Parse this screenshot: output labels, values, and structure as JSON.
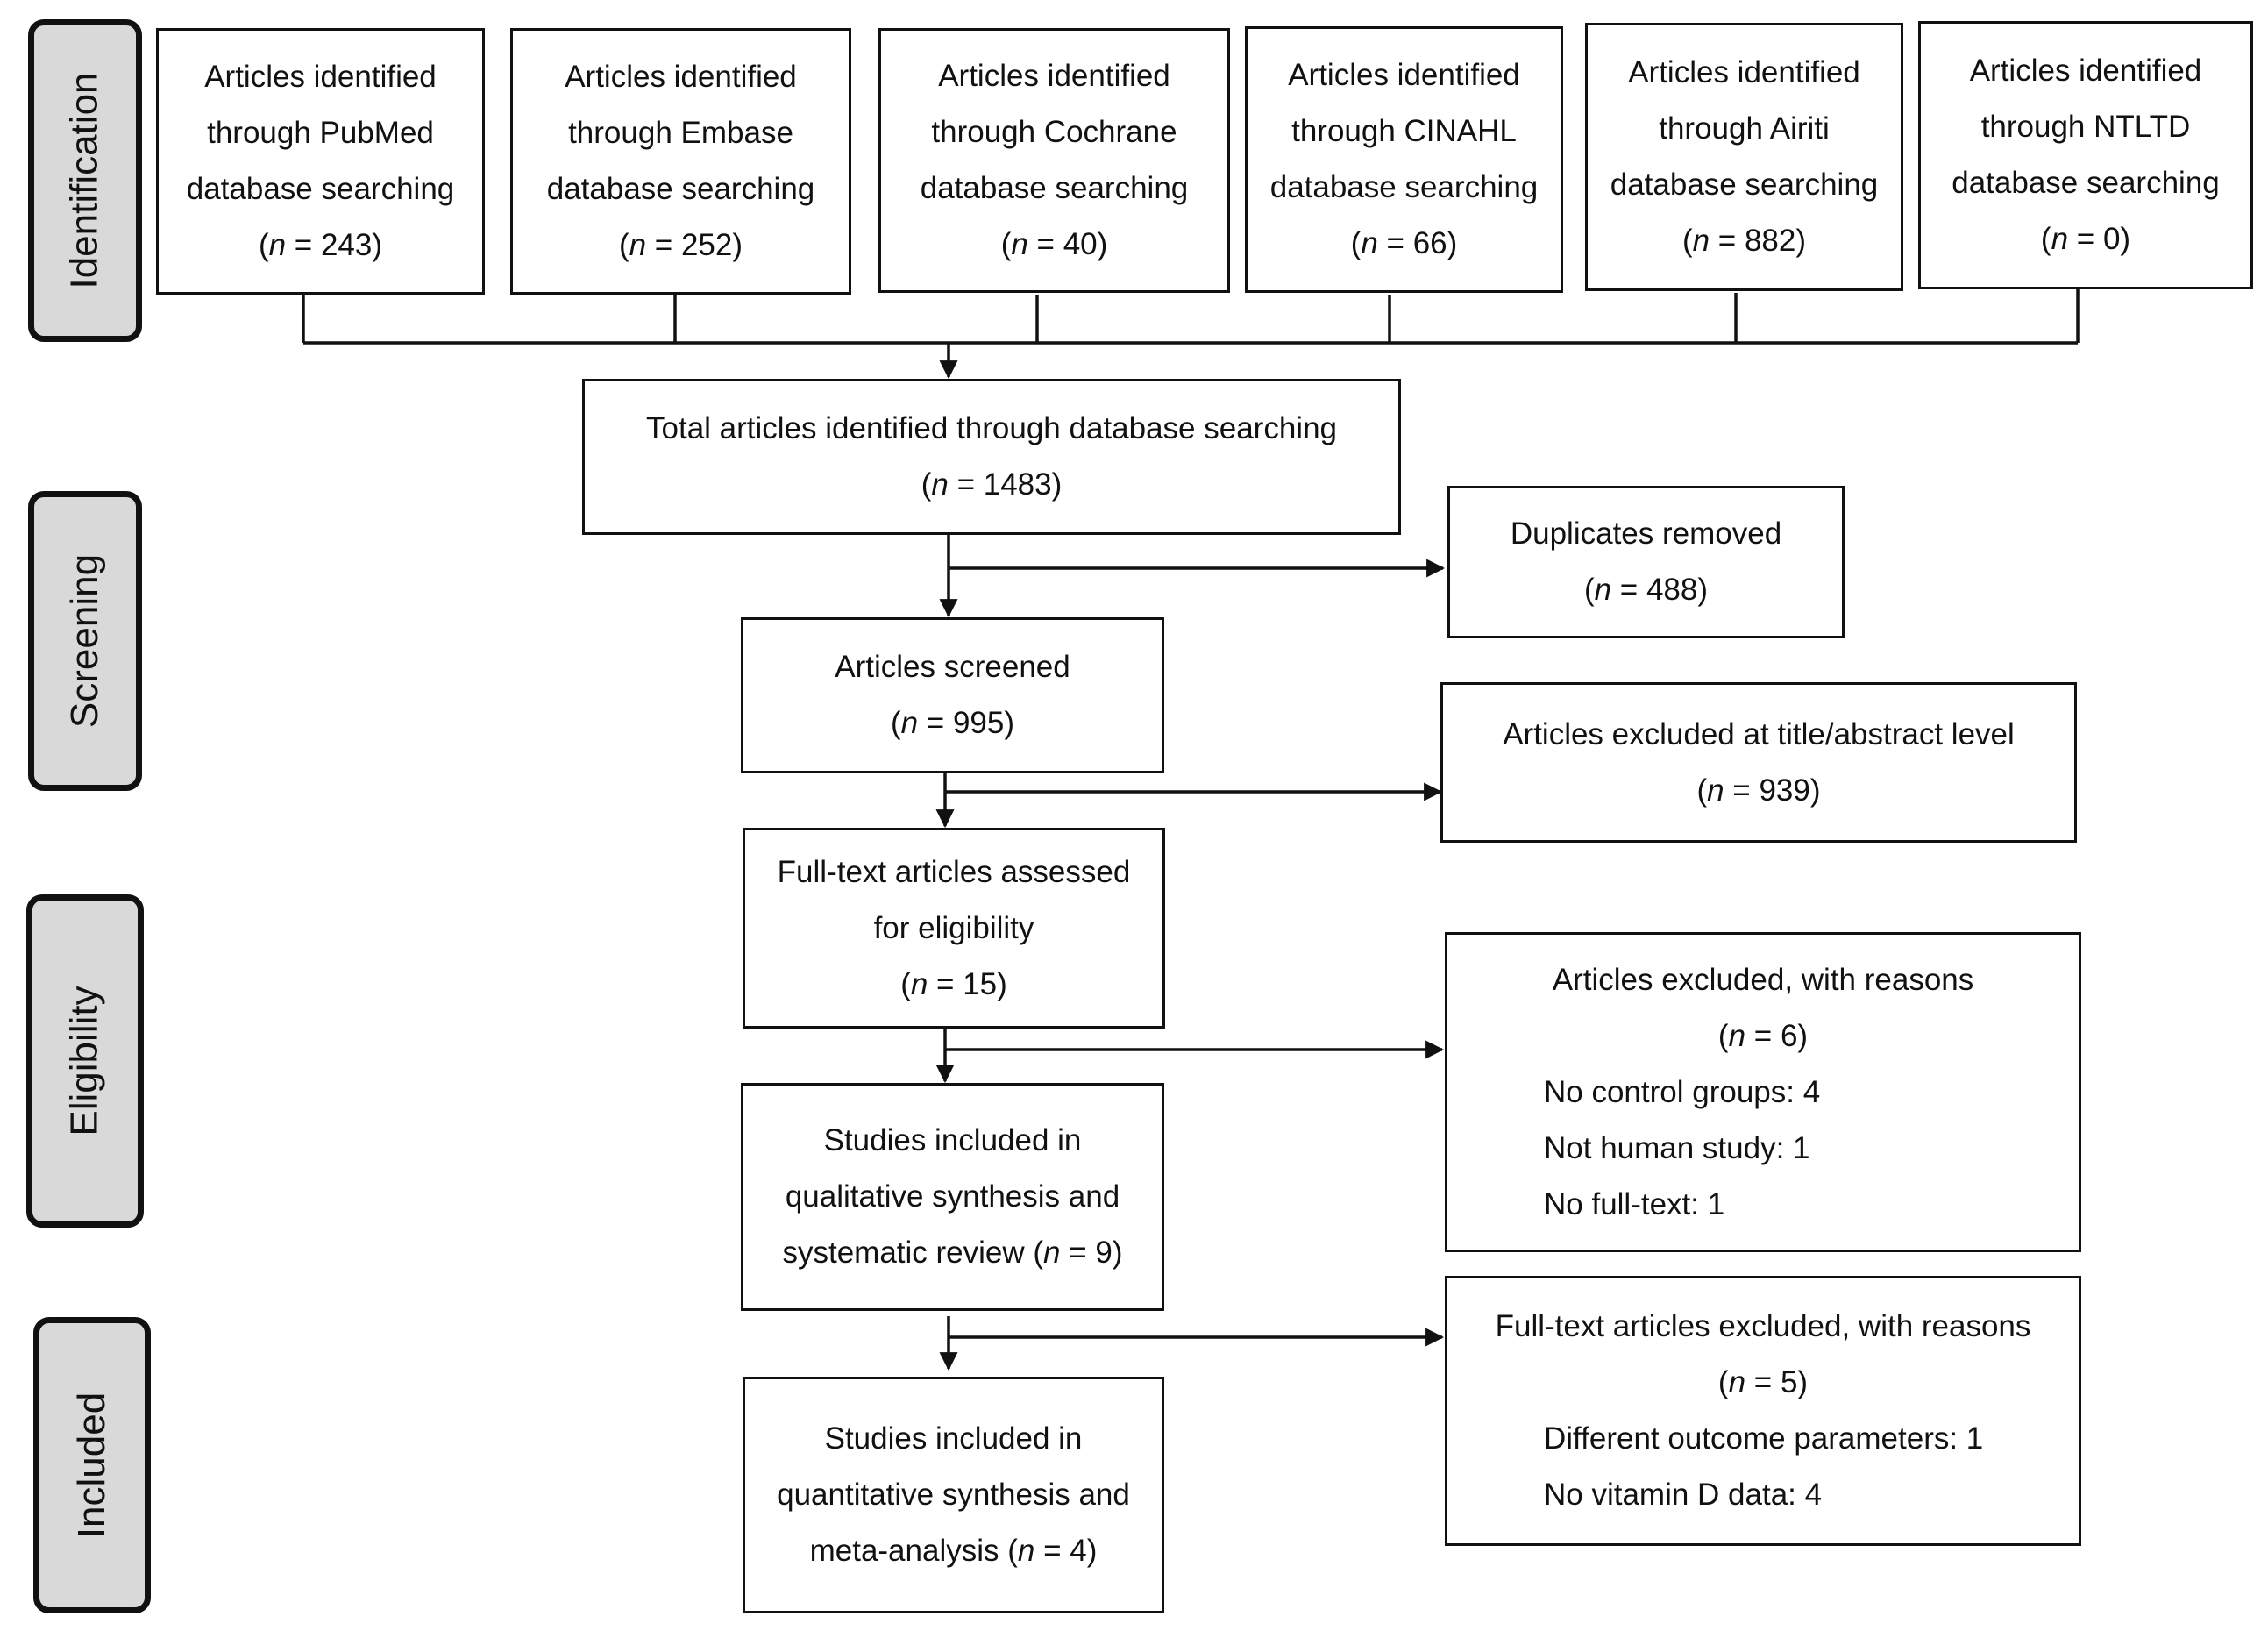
{
  "stages": {
    "identification": "Identification",
    "screening": "Screening",
    "eligibility": "Eligibility",
    "included": "Included"
  },
  "sources": [
    {
      "line1": "Articles identified",
      "line2": "through PubMed",
      "line3": "database searching",
      "n": "243"
    },
    {
      "line1": "Articles identified",
      "line2": "through Embase",
      "line3": "database searching",
      "n": "252"
    },
    {
      "line1": "Articles identified",
      "line2": "through Cochrane",
      "line3": "database searching",
      "n": "40"
    },
    {
      "line1": "Articles identified",
      "line2": "through CINAHL",
      "line3": "database searching",
      "n": "66"
    },
    {
      "line1": "Articles identified",
      "line2": "through Airiti",
      "line3": "database searching",
      "n": "882"
    },
    {
      "line1": "Articles identified",
      "line2": "through NTLTD",
      "line3": "database searching",
      "n": "0"
    }
  ],
  "n_label": "n",
  "total": {
    "text": "Total articles identified through database searching",
    "n": "1483"
  },
  "duplicates": {
    "text": "Duplicates removed",
    "n": "488"
  },
  "screened": {
    "text": "Articles screened",
    "n": "995"
  },
  "excluded_title": {
    "text": "Articles excluded at title/abstract level",
    "n": "939"
  },
  "fulltext": {
    "line1": "Full-text articles assessed",
    "line2": "for eligibility",
    "n": "15"
  },
  "excluded_reasons": {
    "text": "Articles excluded, with reasons",
    "n": "6",
    "reasons": [
      "No control groups: 4",
      "Not human study: 1",
      "No full-text: 1"
    ]
  },
  "qualitative": {
    "line1": "Studies included in",
    "line2": "qualitative synthesis and",
    "line3": "systematic review",
    "n": "9"
  },
  "fulltext_excluded": {
    "text": "Full-text articles excluded, with reasons",
    "n": "5",
    "reasons": [
      "Different outcome parameters: 1",
      "No vitamin D data: 4"
    ]
  },
  "quantitative": {
    "line1": "Studies included in",
    "line2": "quantitative synthesis and",
    "line3": "meta-analysis",
    "n": "4"
  }
}
